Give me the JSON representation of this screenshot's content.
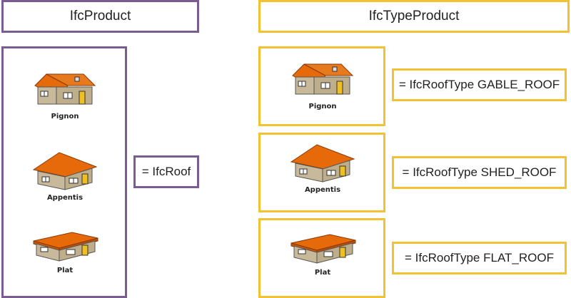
{
  "headers": {
    "left": "IfcProduct",
    "right": "IfcTypeProduct"
  },
  "product_label": "= IfcRoof",
  "houses": [
    {
      "caption": "Pignon"
    },
    {
      "caption": "Appentis"
    },
    {
      "caption": "Plat"
    }
  ],
  "type_labels": [
    "= IfcRoofType GABLE_ROOF",
    "= IfcRoofType SHED_ROOF",
    "= IfcRoofType FLAT_ROOF"
  ],
  "colors": {
    "product_border": "#7a5c92",
    "type_border": "#f2c232",
    "roof": "#e66a0a",
    "wall": "#c8b99a",
    "door": "#f0c020"
  },
  "icons": [
    "gable-house-icon",
    "shed-house-icon",
    "flat-house-icon"
  ]
}
